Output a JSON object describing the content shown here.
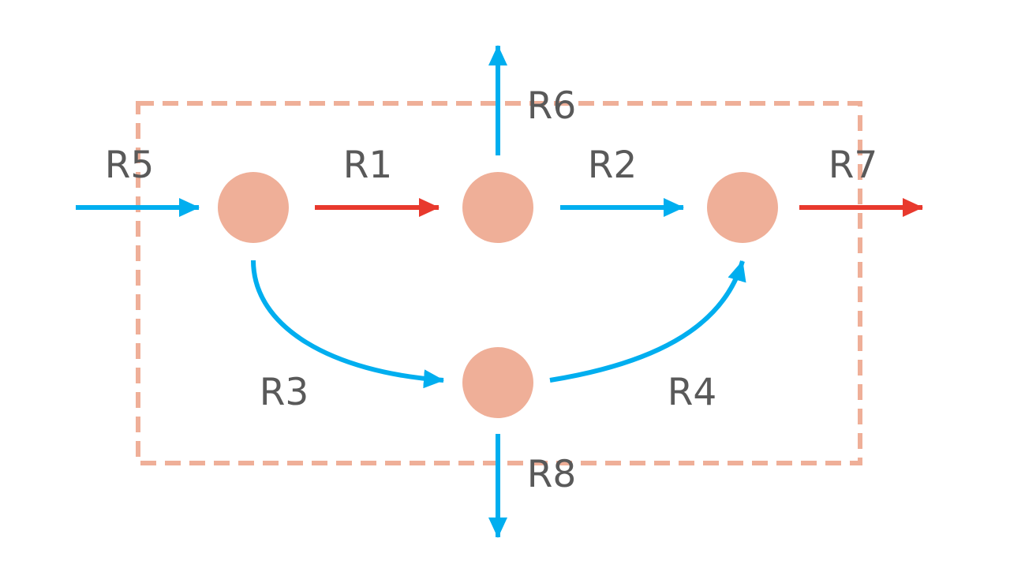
{
  "diagram": {
    "colors": {
      "node": "#EFAF98",
      "boundary": "#EFAF98",
      "flow_blue": "#00AEEF",
      "flow_red": "#E8392D",
      "label": "#595959",
      "background": "#FFFFFF"
    },
    "boundary": {
      "style": "dashed"
    },
    "nodes": [
      {
        "id": "node-a"
      },
      {
        "id": "node-b"
      },
      {
        "id": "node-c"
      },
      {
        "id": "node-d"
      }
    ],
    "edges": [
      {
        "label": "R1",
        "from": "node-a",
        "to": "node-b",
        "color": "red"
      },
      {
        "label": "R2",
        "from": "node-b",
        "to": "node-c",
        "color": "blue"
      },
      {
        "label": "R3",
        "from": "node-a",
        "to": "node-d",
        "color": "blue"
      },
      {
        "label": "R4",
        "from": "node-d",
        "to": "node-c",
        "color": "blue"
      },
      {
        "label": "R5",
        "from": "outside",
        "to": "node-a",
        "color": "blue"
      },
      {
        "label": "R6",
        "from": "node-b",
        "to": "outside",
        "color": "blue"
      },
      {
        "label": "R7",
        "from": "node-c",
        "to": "outside",
        "color": "red"
      },
      {
        "label": "R8",
        "from": "node-d",
        "to": "outside",
        "color": "blue"
      }
    ]
  }
}
